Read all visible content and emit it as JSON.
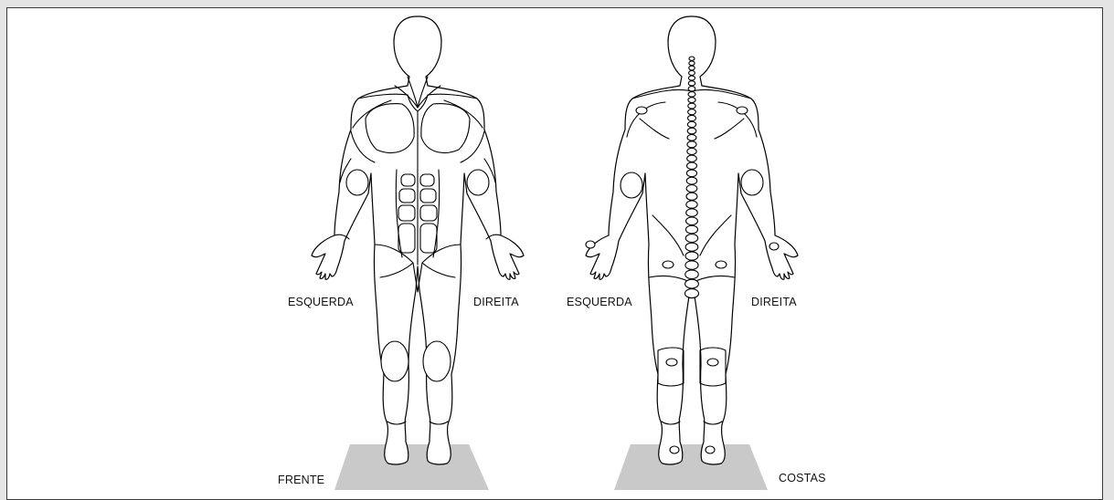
{
  "labels": {
    "front_left": "ESQUERDA",
    "front_right": "DIREITA",
    "back_left": "ESQUERDA",
    "back_right": "DIREITA",
    "front": "FRENTE",
    "back": "COSTAS"
  },
  "colors": {
    "background": "#e4e4e4",
    "panel": "#ffffff",
    "floor": "#c9c9c9",
    "outline": "#000000"
  },
  "icons": [
    "body-front-figure",
    "body-back-figure"
  ]
}
